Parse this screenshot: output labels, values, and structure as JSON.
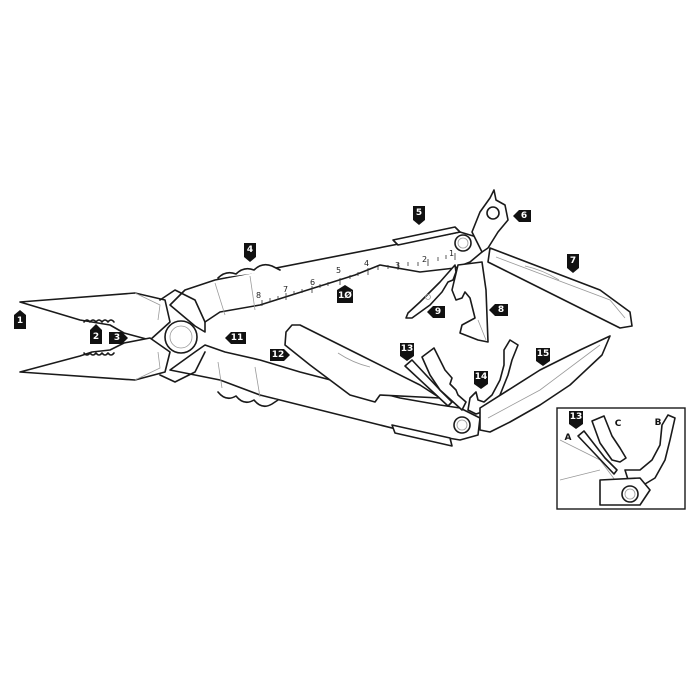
{
  "diagram": {
    "subject": "multi-tool exploded view",
    "ruler": {
      "marks": [
        "8",
        "7",
        "6",
        "5",
        "4",
        "3",
        "2",
        "1"
      ]
    },
    "callouts": [
      {
        "id": "1",
        "label": "1"
      },
      {
        "id": "2",
        "label": "2"
      },
      {
        "id": "3",
        "label": "3"
      },
      {
        "id": "4",
        "label": "4"
      },
      {
        "id": "5",
        "label": "5"
      },
      {
        "id": "6",
        "label": "6"
      },
      {
        "id": "7",
        "label": "7"
      },
      {
        "id": "8",
        "label": "8"
      },
      {
        "id": "9",
        "label": "9"
      },
      {
        "id": "10",
        "label": "1Ø"
      },
      {
        "id": "11",
        "label": "11"
      },
      {
        "id": "12",
        "label": "12"
      },
      {
        "id": "13",
        "label": "13"
      },
      {
        "id": "14",
        "label": "14"
      },
      {
        "id": "15",
        "label": "15"
      }
    ],
    "inset": {
      "callout": "13",
      "letters": [
        "A",
        "C",
        "B"
      ]
    }
  }
}
